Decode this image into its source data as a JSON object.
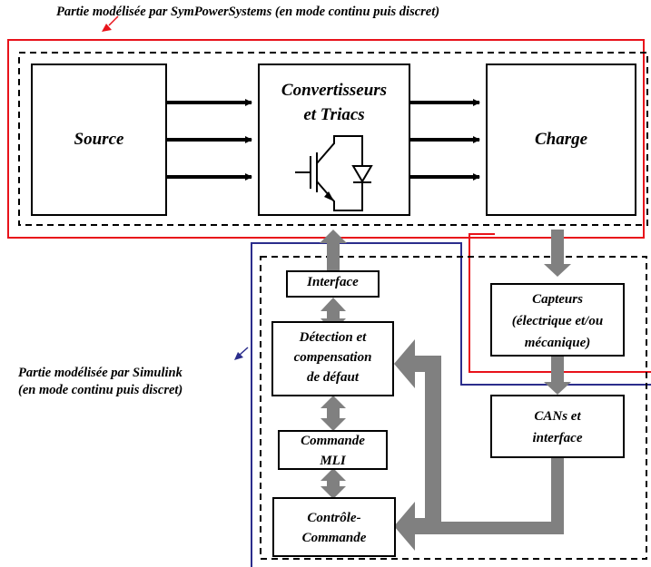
{
  "captions": {
    "top": "Partie modélisée par SymPowerSystems (en mode continu puis discret)",
    "bottom": "Partie modélisée par Simulink\n(en mode continu puis discret)"
  },
  "blocks": {
    "source": "Source",
    "converters": "Convertisseurs\net Triacs",
    "load": "Charge",
    "interface": "Interface",
    "detection": "Détection et\ncompensation\nde défaut",
    "pwm": "Commande\nMLI",
    "control": "Contrôle-\nCommande",
    "sensors": "Capteurs\n(électrique et/ou\nmécanique)",
    "adc": "CANs et\ninterface"
  },
  "colors": {
    "sympower_region": "#e8121a",
    "simulink_region": "#2b2d8c",
    "flow_arrows": "#808080",
    "signal_arrows": "#000000"
  },
  "icons": {
    "converter_symbol": "igbt-with-diode-icon"
  }
}
